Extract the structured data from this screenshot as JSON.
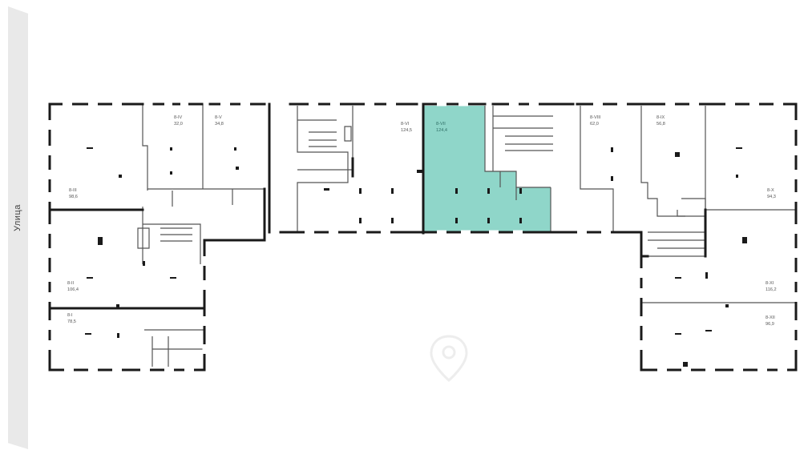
{
  "street": {
    "label": "Улица"
  },
  "colors": {
    "wall": "#1a1a1a",
    "thin_wall": "#555555",
    "highlight_fill": "#8fd6c9",
    "street_band": "#e9e9e9",
    "watermark": "#dcdcdc"
  },
  "watermark": {
    "icon": "map-pin-icon"
  },
  "units": [
    {
      "id": "8-IV",
      "area": "32,0",
      "highlight": false
    },
    {
      "id": "8-V",
      "area": "34,8",
      "highlight": false
    },
    {
      "id": "8-VI",
      "area": "124,5",
      "highlight": false
    },
    {
      "id": "8-VII",
      "area": "124,4",
      "highlight": true
    },
    {
      "id": "8-VIII",
      "area": "62,0",
      "highlight": false
    },
    {
      "id": "8-IX",
      "area": "56,8",
      "highlight": false
    },
    {
      "id": "8-III",
      "area": "98,6",
      "highlight": false
    },
    {
      "id": "8-X",
      "area": "94,3",
      "highlight": false
    },
    {
      "id": "8-II",
      "area": "106,4",
      "highlight": false
    },
    {
      "id": "8-XI",
      "area": "116,2",
      "highlight": false
    },
    {
      "id": "8-I",
      "area": "78,5",
      "highlight": false
    },
    {
      "id": "8-XII",
      "area": "96,9",
      "highlight": false
    }
  ]
}
